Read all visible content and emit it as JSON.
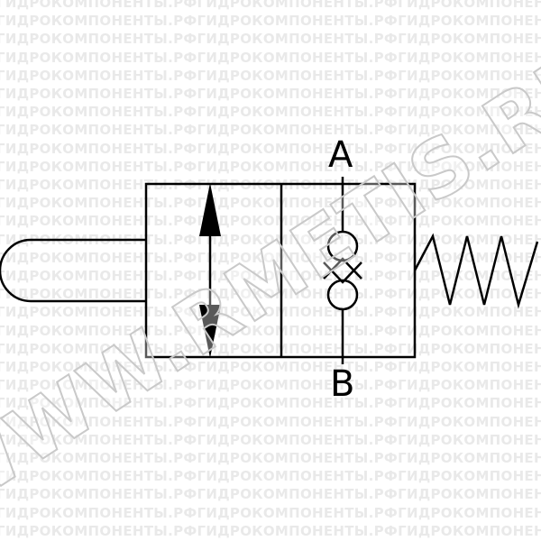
{
  "watermark": {
    "pattern_text": "ГИДРОКОМПОНЕНТЫ.РФ",
    "diagonal_text": "WWW.RMETIS.RU"
  },
  "ports": {
    "a": "A",
    "b": "B"
  },
  "colors": {
    "stroke": "#000000",
    "background": "#ffffff",
    "watermark_pattern": "#e9e9e9",
    "watermark_diagonal_outline": "#c9c9c9"
  }
}
